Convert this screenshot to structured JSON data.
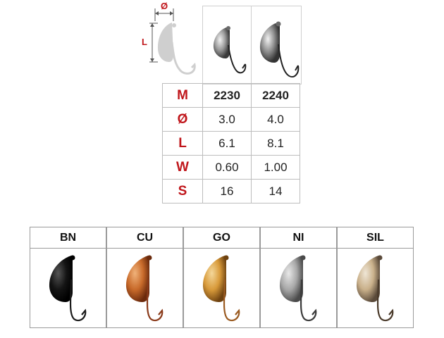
{
  "diagram": {
    "dim_diameter": "Ø",
    "dim_length": "L",
    "accent": "#c0161b"
  },
  "spec": {
    "rows": [
      {
        "label": "M",
        "values": [
          "2230",
          "2240"
        ]
      },
      {
        "label": "Ø",
        "values": [
          "3.0",
          "4.0"
        ]
      },
      {
        "label": "L",
        "values": [
          "6.1",
          "8.1"
        ]
      },
      {
        "label": "W",
        "values": [
          "0.60",
          "1.00"
        ]
      },
      {
        "label": "S",
        "values": [
          "16",
          "14"
        ]
      }
    ]
  },
  "colors": [
    {
      "code": "BN",
      "fill": "#141414",
      "shade": "#000000",
      "light": "#555555",
      "hook": "#1a1a1a"
    },
    {
      "code": "CU",
      "fill": "#c86a2a",
      "shade": "#6b2a0c",
      "light": "#f0b27a",
      "hook": "#8a3a1a"
    },
    {
      "code": "GO",
      "fill": "#d89a3a",
      "shade": "#6e4210",
      "light": "#f4d79a",
      "hook": "#9a5a20"
    },
    {
      "code": "NI",
      "fill": "#a8a8a8",
      "shade": "#4a4a4a",
      "light": "#e8e8e8",
      "hook": "#3a3a3a"
    },
    {
      "code": "SIL",
      "fill": "#c9b08a",
      "shade": "#5a4a3a",
      "light": "#efe6d6",
      "hook": "#4a3a2a"
    }
  ]
}
